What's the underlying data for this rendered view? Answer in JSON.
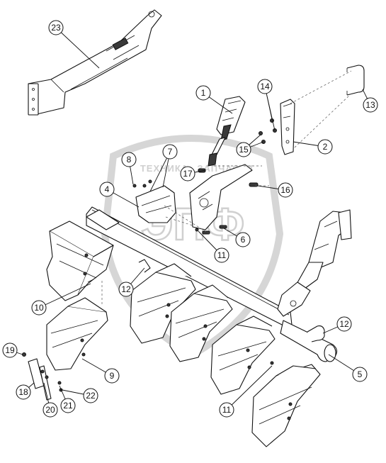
{
  "watermark": {
    "top_text": "ТЕХНИКА",
    "top_text_2": "ЗАПЧАСТИ",
    "big_text": "ЭПФ"
  },
  "callouts": [
    {
      "label": "1"
    },
    {
      "label": "2"
    },
    {
      "label": "4"
    },
    {
      "label": "5"
    },
    {
      "label": "6"
    },
    {
      "label": "7"
    },
    {
      "label": "8"
    },
    {
      "label": "9"
    },
    {
      "label": "10"
    },
    {
      "label": "11"
    },
    {
      "label": "11"
    },
    {
      "label": "12"
    },
    {
      "label": "12"
    },
    {
      "label": "13"
    },
    {
      "label": "14"
    },
    {
      "label": "15"
    },
    {
      "label": "16"
    },
    {
      "label": "17"
    },
    {
      "label": "18"
    },
    {
      "label": "19"
    },
    {
      "label": "20"
    },
    {
      "label": "21"
    },
    {
      "label": "22"
    },
    {
      "label": "23"
    }
  ]
}
